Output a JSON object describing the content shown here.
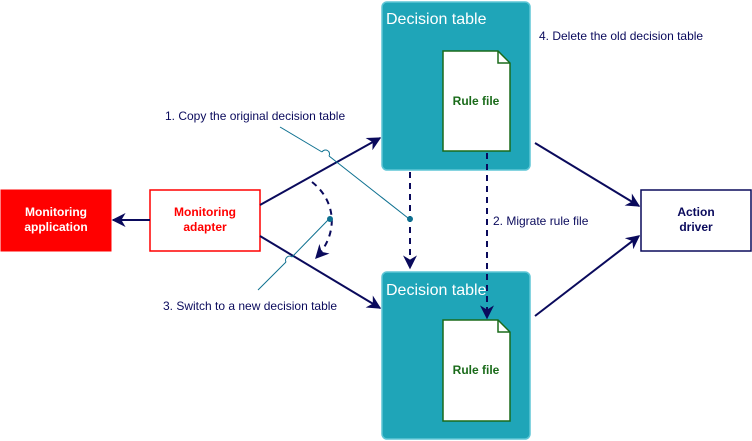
{
  "nodes": {
    "monitoring_application": "Monitoring\napplication",
    "monitoring_adapter": "Monitoring\nadapter",
    "action_driver": "Action\ndriver",
    "decision_table_old": "Decision table",
    "decision_table_new": "Decision table",
    "rule_file_old": "Rule file",
    "rule_file_new": "Rule file"
  },
  "steps": {
    "copy": "1. Copy the original decision table",
    "migrate": "2. Migrate rule file",
    "switch": "3. Switch to a new decision table",
    "delete": "4. Delete the old decision table"
  },
  "colors": {
    "red": "#ff0000",
    "navy": "#0a0a5c",
    "teal": "#1fa5b8",
    "teal_border": "#5ec6d6",
    "green": "#1a6b1a",
    "callout": "#0d7090"
  }
}
